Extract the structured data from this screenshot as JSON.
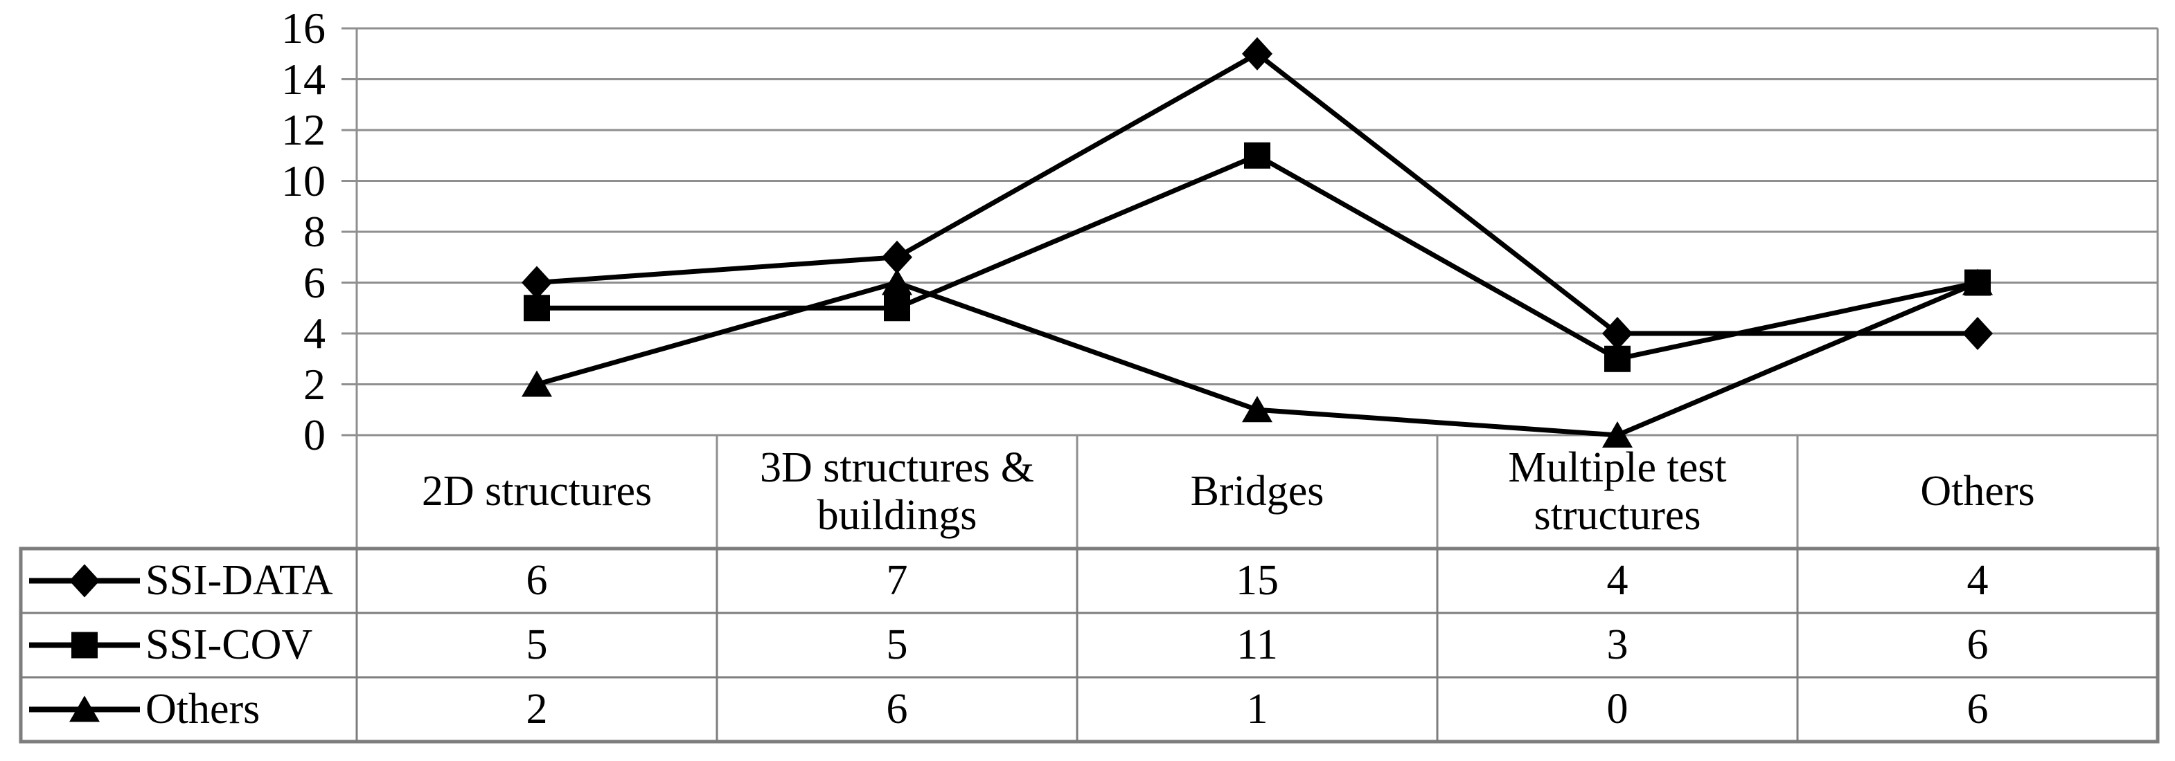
{
  "figure": {
    "background": "#ffffff",
    "grid_color": "#8f8f8f",
    "border_color": "#7d7d7d",
    "series_color": "#000000",
    "text_color": "#000000"
  },
  "chart_data": {
    "type": "line",
    "title": "",
    "xlabel": "",
    "ylabel": "",
    "categories": [
      "2D structures",
      "3D structures &\nbuildings",
      "Bridges",
      "Multiple test\nstructures",
      "Others"
    ],
    "series": [
      {
        "name": "SSI-DATA",
        "marker": "diamond",
        "values": [
          6,
          7,
          15,
          4,
          4
        ]
      },
      {
        "name": "SSI-COV",
        "marker": "square",
        "values": [
          5,
          5,
          11,
          3,
          6
        ]
      },
      {
        "name": "Others",
        "marker": "triangle",
        "values": [
          2,
          6,
          1,
          0,
          6
        ]
      }
    ],
    "ylim": [
      0,
      16
    ],
    "ytick_step": 2,
    "yticks": [
      "16",
      "14",
      "12",
      "10",
      "8",
      "6",
      "4",
      "2",
      "0"
    ],
    "grid": true,
    "legend_position": "table-left-column"
  }
}
